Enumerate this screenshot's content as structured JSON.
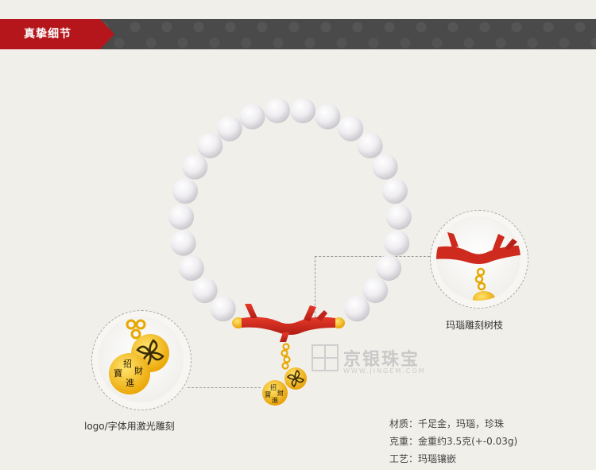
{
  "header": {
    "title": "真挚细节"
  },
  "callouts": {
    "branch_caption": "玛瑙雕刻树枝",
    "logo_caption": "logo/字体用激光雕刻"
  },
  "coin": {
    "chars": [
      "招",
      "財",
      "進",
      "寶"
    ]
  },
  "specs": [
    "材质：千足金，玛瑙，珍珠",
    "克重：金重约3.5克(+-0.03g)",
    "工艺：玛瑙镶嵌"
  ],
  "watermark": {
    "brand": "京银珠宝",
    "url": "WWW.JINGEM.COM"
  },
  "colors": {
    "header_red": "#b5161b",
    "header_gray": "#4a4a4a",
    "coral": "#d0281e",
    "gold": "#f4b400",
    "pearl": "#f3f2f4"
  }
}
